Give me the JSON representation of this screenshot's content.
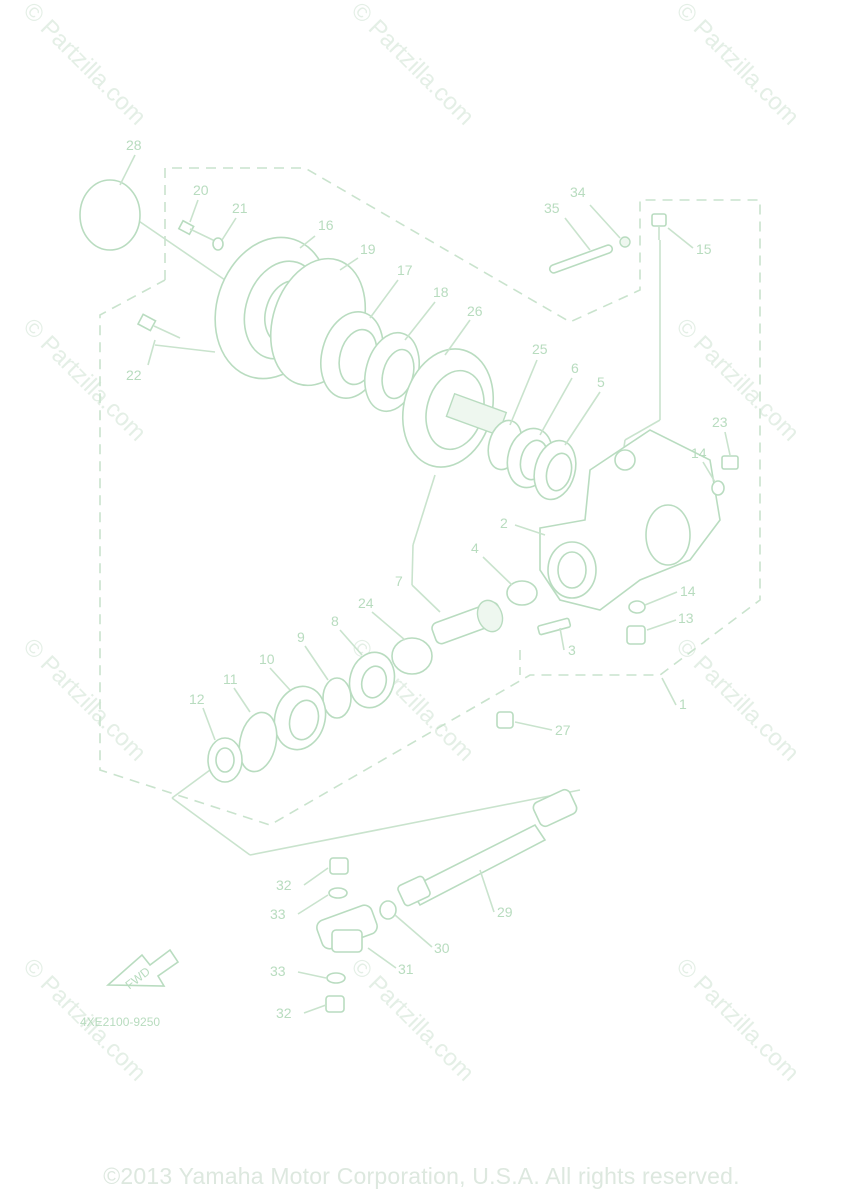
{
  "watermark": "© Partzilla.com",
  "callouts": {
    "c1": "1",
    "c2": "2",
    "c3": "3",
    "c4": "4",
    "c5": "5",
    "c6": "6",
    "c7": "7",
    "c8": "8",
    "c9": "9",
    "c10": "10",
    "c11": "11",
    "c12": "12",
    "c13": "13",
    "c14a": "14",
    "c14b": "14",
    "c15": "15",
    "c16": "16",
    "c17": "17",
    "c18": "18",
    "c19": "19",
    "c20": "20",
    "c21": "21",
    "c22": "22",
    "c23": "23",
    "c24": "24",
    "c25": "25",
    "c26": "26",
    "c27": "27",
    "c28": "28",
    "c29": "29",
    "c30": "30",
    "c31": "31",
    "c32a": "32",
    "c32b": "32",
    "c33a": "33",
    "c33b": "33",
    "c34": "34",
    "c35": "35"
  },
  "fwd_label": "FWD",
  "diagram_code": "4XE2100-9250",
  "copyright": "©2013 Yamaha Motor Corporation, U.S.A. All rights reserved."
}
